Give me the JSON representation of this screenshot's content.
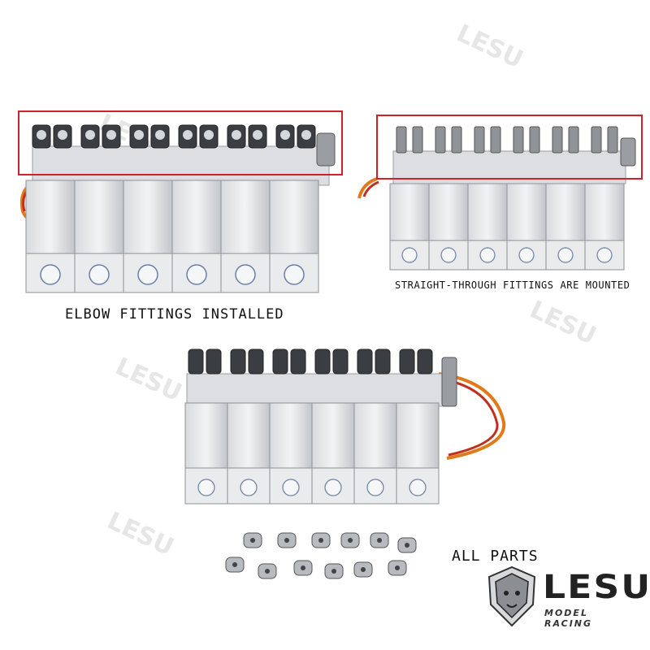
{
  "captions": {
    "elbow": "ELBOW FITTINGS INSTALLED",
    "straight": "STRAIGHT-THROUGH FITTINGS ARE MOUNTED",
    "all": "ALL PARTS"
  },
  "brand": {
    "name": "LESU",
    "tagline": "MODEL RACING"
  },
  "colors": {
    "highlight": "#d0202a",
    "metal": "#c9ccd0",
    "wire_orange": "#e07a1a",
    "wire_red": "#c0301e"
  }
}
